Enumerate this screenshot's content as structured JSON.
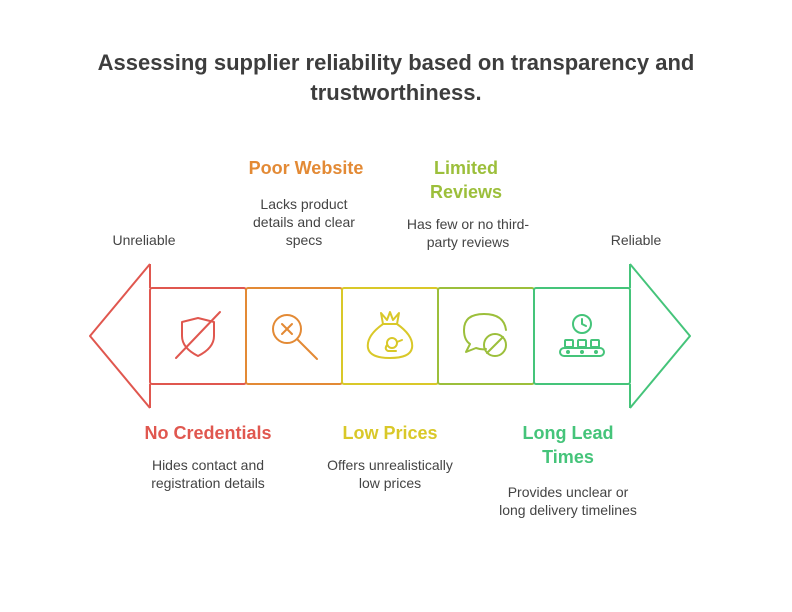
{
  "title": "Assessing supplier reliability based on transparency and trustworthiness.",
  "scale": {
    "left": "Unreliable",
    "right": "Reliable"
  },
  "colors": {
    "red": "#e0574f",
    "orange": "#e38a35",
    "yellow": "#d9c829",
    "lime": "#9cbf3b",
    "green": "#45c47a"
  },
  "items": [
    {
      "heading": "No Credentials",
      "desc": "Hides contact and registration details",
      "icon": "shield-slash-icon",
      "color": "#e0574f"
    },
    {
      "heading": "Poor Website",
      "desc": "Lacks product details and clear specs",
      "icon": "magnifier-x-icon",
      "color": "#e38a35"
    },
    {
      "heading": "Low Prices",
      "desc": "Offers unrealistically low prices",
      "icon": "money-bag-bird-icon",
      "color": "#d9c829"
    },
    {
      "heading": "Limited Reviews",
      "desc": "Has few or no third-party reviews",
      "icon": "chat-blocked-icon",
      "color": "#9cbf3b"
    },
    {
      "heading": "Long Lead Times",
      "desc": "Provides unclear or long delivery timelines",
      "icon": "clock-conveyor-icon",
      "color": "#45c47a"
    }
  ]
}
